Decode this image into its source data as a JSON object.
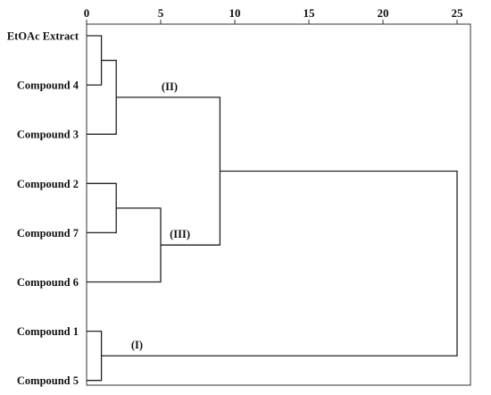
{
  "chart_data": {
    "type": "dendrogram",
    "x_ticks": [
      0,
      5,
      10,
      15,
      20,
      25
    ],
    "xlim": [
      0,
      25
    ],
    "grid": false,
    "axis_position": "top",
    "leaves": [
      "EtOAc Extract",
      "Compound 4",
      "Compound 3",
      "Compound 2",
      "Compound 7",
      "Compound 6",
      "Compound 1",
      "Compound 5"
    ],
    "merges": [
      {
        "left": "EtOAc Extract",
        "right": "Compound 4",
        "distance": 1
      },
      {
        "left": "Compound 1",
        "right": "Compound 5",
        "distance": 1
      },
      {
        "left": "EtOAc Extract + Compound 4",
        "right": "Compound 3",
        "distance": 2
      },
      {
        "left": "Compound 2",
        "right": "Compound 7",
        "distance": 2
      },
      {
        "left": "Compound 2 + Compound 7",
        "right": "Compound 6",
        "distance": 5
      },
      {
        "left": "Cluster II",
        "right": "Cluster III",
        "distance": 9
      },
      {
        "left": "Cluster II + III",
        "right": "Cluster I",
        "distance": 25
      }
    ],
    "cluster_labels": [
      {
        "text": "(II)",
        "distance": 5.6
      },
      {
        "text": "(III)",
        "distance": 6.3
      },
      {
        "text": "(I)",
        "distance": 3.4
      }
    ]
  },
  "colors": {
    "line": "#222222",
    "frame": "#333333",
    "text": "#111111",
    "background": "#ffffff"
  }
}
